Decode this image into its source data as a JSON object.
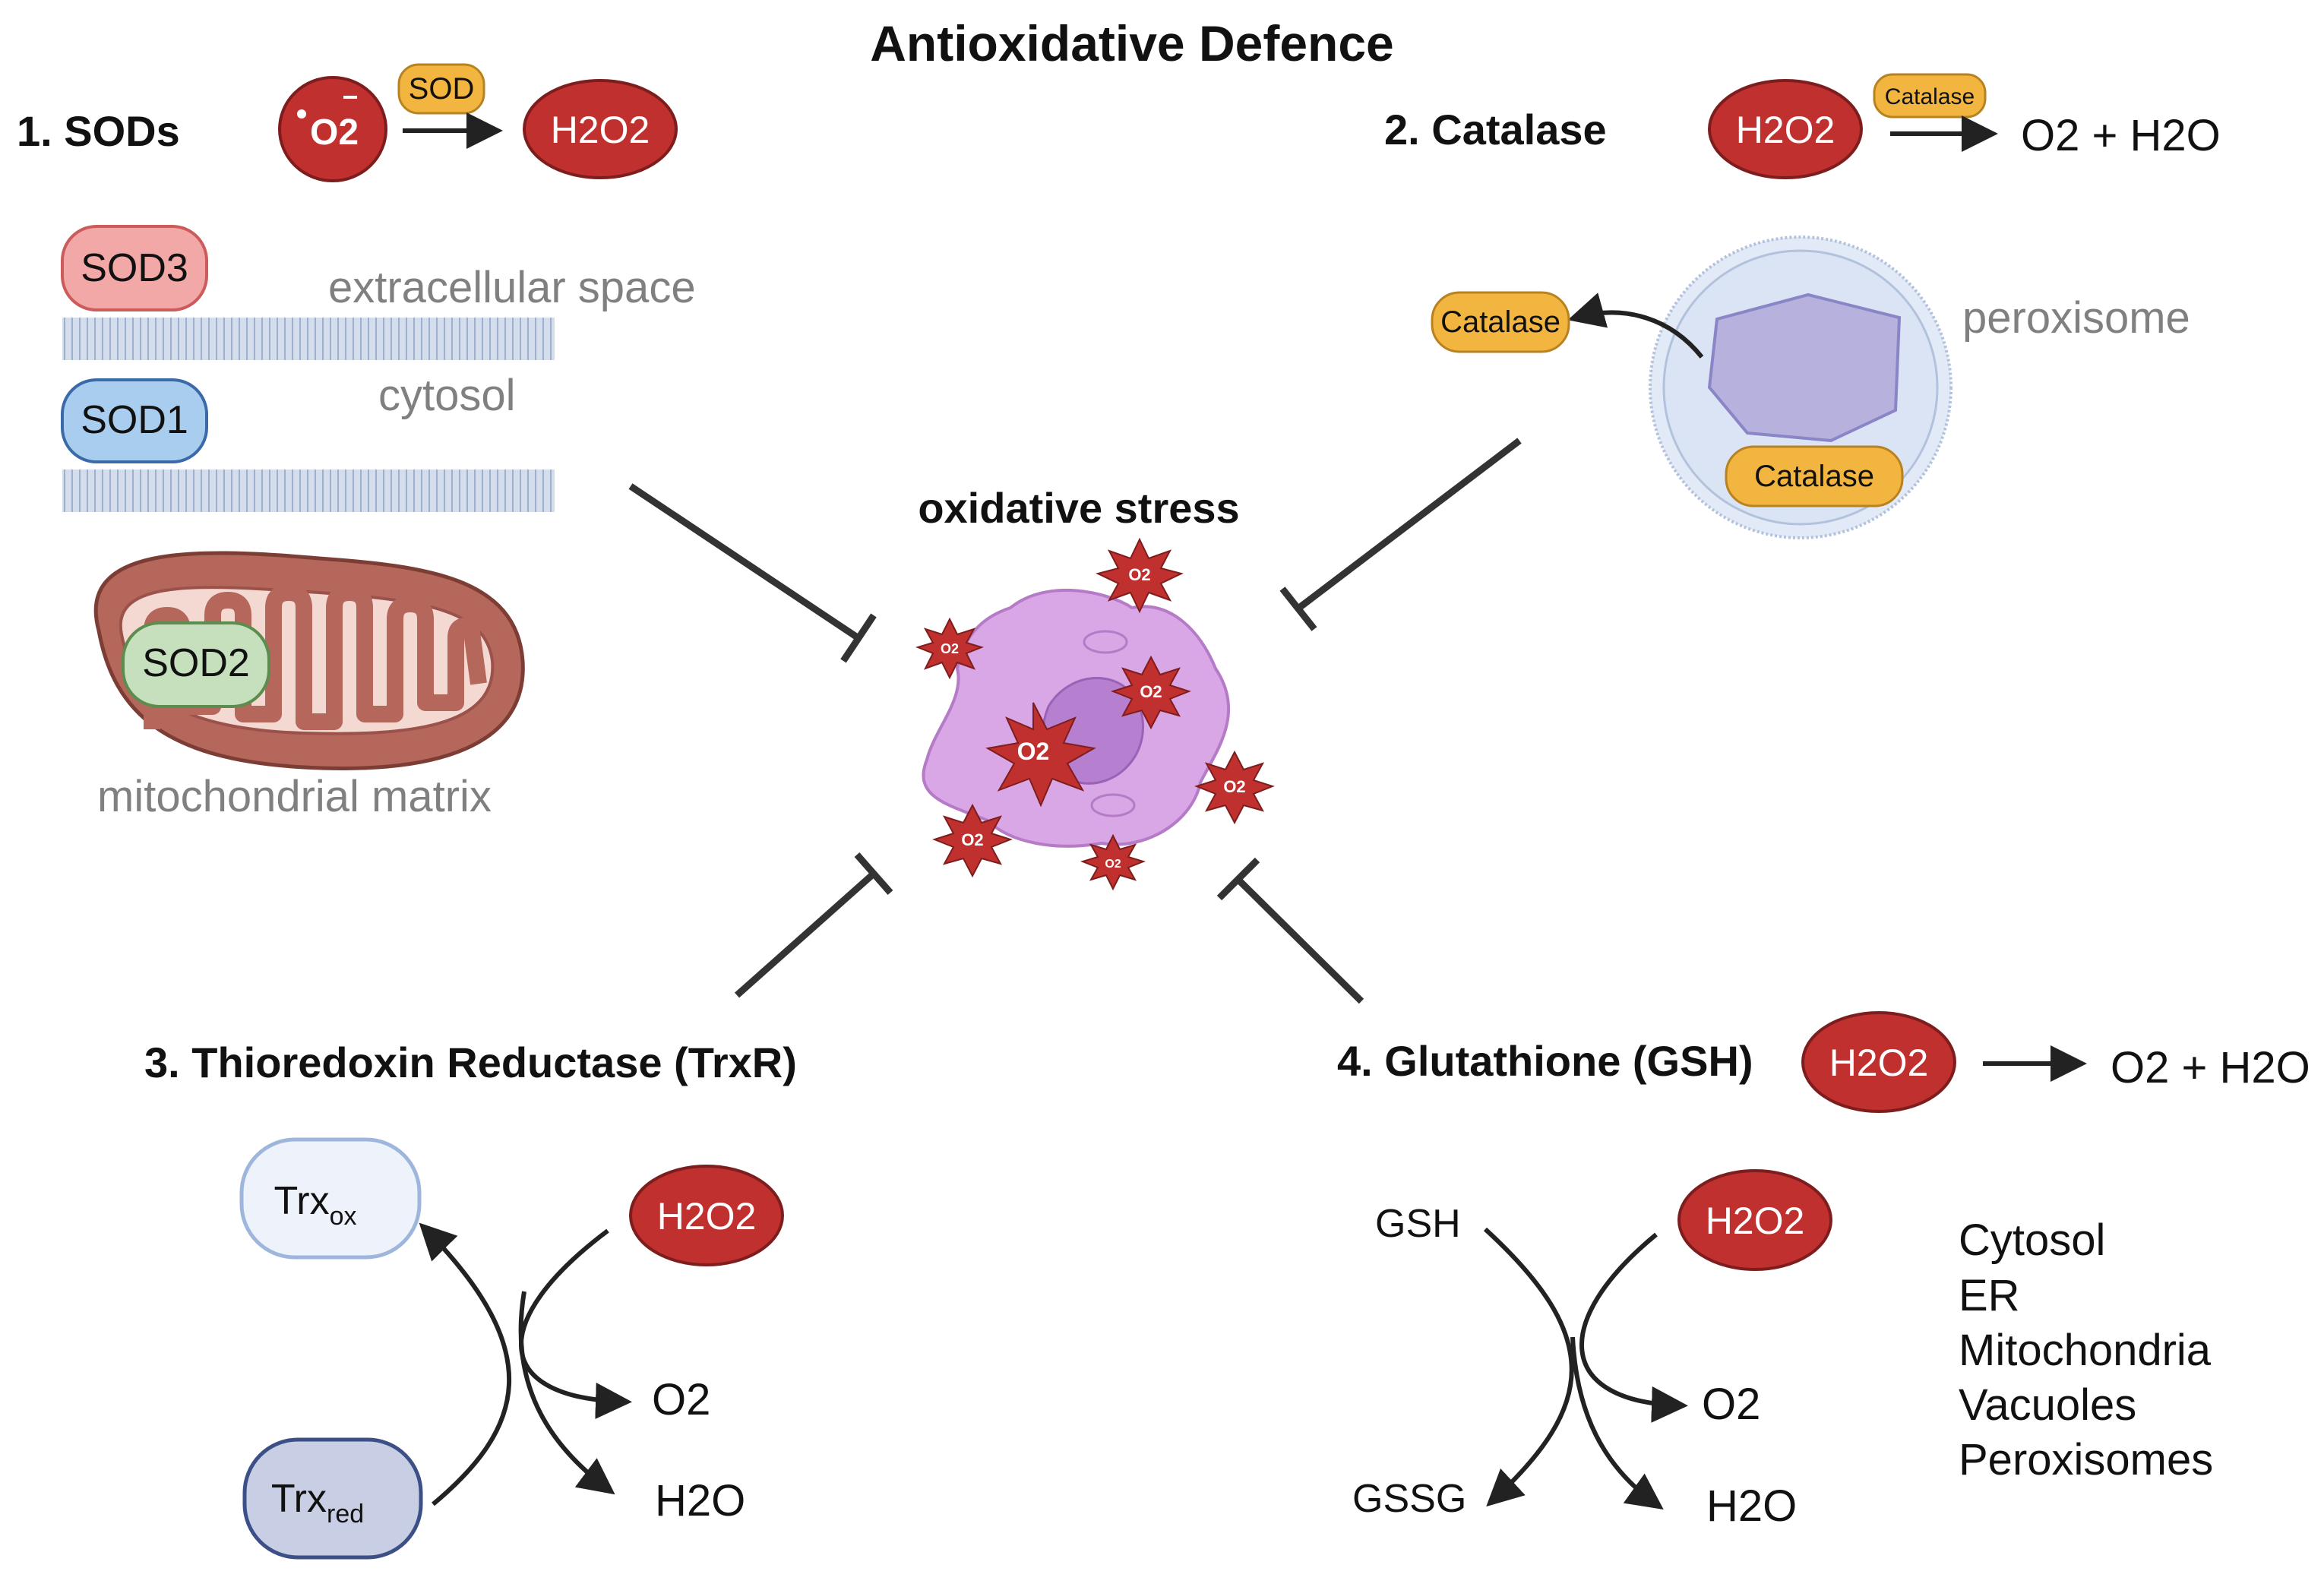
{
  "title": "Antioxidative Defence",
  "center": {
    "label": "oxidative stress",
    "ros": "O2"
  },
  "sections": {
    "sods": {
      "heading": "1.  SODs",
      "substrate": "O2",
      "enzyme": "SOD",
      "product": "H2O2",
      "sod3": "SOD3",
      "sod1": "SOD1",
      "sod2": "SOD2",
      "compartments": [
        "extracellular space",
        "cytosol",
        "mitochondrial matrix"
      ]
    },
    "catalase": {
      "heading": "2. Catalase",
      "substrate": "H2O2",
      "enzyme": "Catalase",
      "product": "O2 + H2O",
      "location": "peroxisome",
      "pill_out": "Catalase",
      "pill_in": "Catalase"
    },
    "trxr": {
      "heading": "3. Thioredoxin Reductase (TrxR)",
      "trx_ox_base": "Trx",
      "trx_ox_sub": "ox",
      "trx_red_base": "Trx",
      "trx_red_sub": "red",
      "substrate": "H2O2",
      "product1": "O2",
      "product2": "H2O"
    },
    "gsh": {
      "heading": "4. Glutathione (GSH)",
      "substrate": "H2O2",
      "product": "O2 + H2O",
      "gsh": "GSH",
      "gssg": "GSSG",
      "cycle_substrate": "H2O2",
      "product1": "O2",
      "product2": "H2O",
      "locations": [
        "Cytosol",
        "ER",
        "Mitochondria",
        "Vacuoles",
        "Peroxisomes"
      ]
    }
  },
  "colors": {
    "ros_red": "#c0302f",
    "enzyme_orange": "#f2b540",
    "sod3_fill": "#f3a8a8",
    "sod1_fill": "#a9cdee",
    "sod2_fill": "#c6e0be",
    "mito_outer": "#b5675c",
    "cell_fill": "#d9a6e6",
    "peroxisome_fill": "#b6b2dd"
  }
}
